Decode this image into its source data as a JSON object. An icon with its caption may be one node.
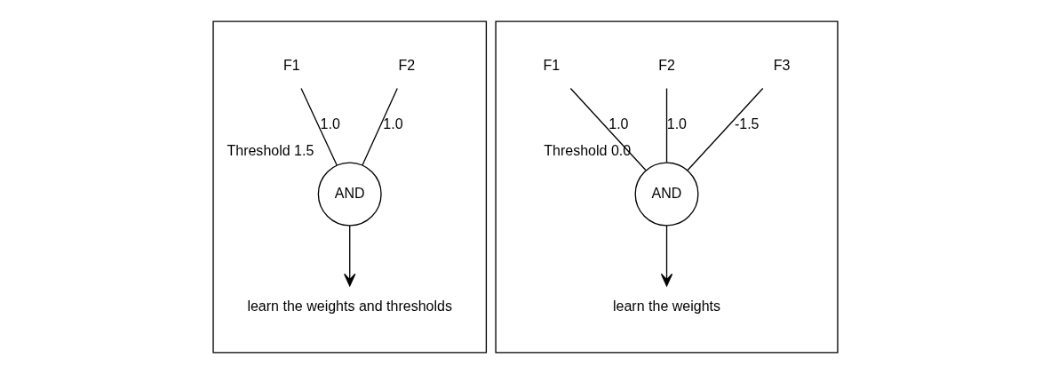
{
  "diagram": {
    "nodes": [
      {
        "text": [],
        "shape": "box"
      },
      {
        "text": [
          "F1"
        ],
        "in": 0
      },
      {
        "text": [
          "F2"
        ],
        "in": 0
      },
      {
        "text": [
          "AND"
        ],
        "in": 0,
        "beside": [
          "Threshold 1.5"
        ]
      },
      {
        "text": [
          "learn the weights and thresholds"
        ],
        "in": 0
      },
      {
        "text": [],
        "shape": "box"
      },
      {
        "text": [
          "F1"
        ],
        "in": 5
      },
      {
        "text": [
          "F2"
        ],
        "in": 5
      },
      {
        "text": [
          "F3"
        ],
        "in": 5
      },
      {
        "text": [
          "AND"
        ],
        "in": 5,
        "beside": [
          "Threshold 0.0"
        ]
      },
      {
        "text": [
          "learn the weights"
        ],
        "in": 5
      }
    ],
    "edges": [
      {
        "from": 1,
        "to": 3,
        "arrow": "none",
        "label": "1.0"
      },
      {
        "from": 2,
        "to": 3,
        "arrow": "none",
        "label": "1.0"
      },
      {
        "from": 3,
        "to": 4,
        "arrow": "to"
      },
      {
        "from": 6,
        "to": 9,
        "arrow": "none",
        "label": "1.0"
      },
      {
        "from": 7,
        "to": 9,
        "arrow": "none",
        "label": "1.0"
      },
      {
        "from": 8,
        "to": 9,
        "arrow": "none",
        "label": "-1.5"
      },
      {
        "from": 9,
        "to": 10,
        "arrow": "to"
      }
    ]
  }
}
